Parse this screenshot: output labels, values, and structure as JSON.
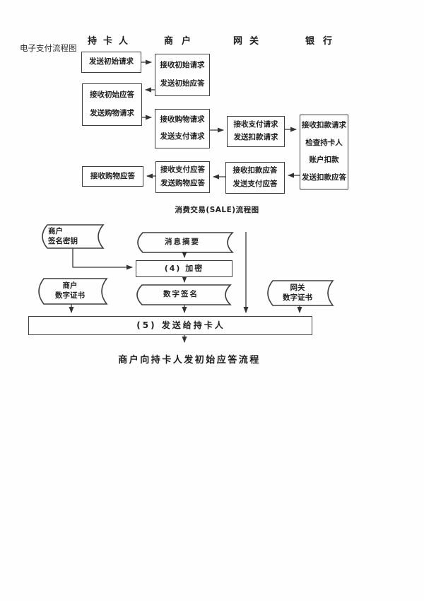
{
  "page": {
    "side_title": "电子支付流程图"
  },
  "sale_flow": {
    "lanes": [
      {
        "label": "持卡人"
      },
      {
        "label": "商户"
      },
      {
        "label": "网关"
      },
      {
        "label": "银行"
      }
    ],
    "boxes": {
      "send_initial_request": {
        "lines": [
          "发送初始请求"
        ]
      },
      "recv_initial_request": {
        "lines": [
          "接收初始请求",
          "发送初始应答"
        ]
      },
      "recv_initial_response": {
        "lines": [
          "接收初始应答",
          "发送购物请求"
        ]
      },
      "recv_shopping_request": {
        "lines": [
          "接收购物请求",
          "发送支付请求"
        ]
      },
      "recv_payment_request": {
        "lines": [
          "接收支付请求",
          "发送扣款请求"
        ]
      },
      "bank_process": {
        "lines": [
          "接收扣款请求",
          "检查持卡人",
          "账户扣款",
          "发送扣款应答"
        ]
      },
      "recv_debit_response": {
        "lines": [
          "接收扣款应答",
          "发送支付应答"
        ]
      },
      "recv_payment_response": {
        "lines": [
          "接收支付应答",
          "发送购物应答"
        ]
      },
      "recv_shopping_response": {
        "lines": [
          "接收购物应答"
        ]
      }
    },
    "caption": "消费交易(SALE)流程图"
  },
  "response_flow": {
    "merchant_sign_key": {
      "lines": [
        "商户",
        "签名密钥"
      ]
    },
    "message_digest": {
      "lines": [
        "消息摘要"
      ]
    },
    "encrypt_step": {
      "lines": [
        "(4) 加密"
      ]
    },
    "digital_signature": {
      "lines": [
        "数字签名"
      ]
    },
    "merchant_cert": {
      "lines": [
        "商户",
        "数字证书"
      ]
    },
    "gateway_cert": {
      "lines": [
        "网关",
        "数字证书"
      ]
    },
    "send_step": {
      "lines": [
        "(5) 发送给持卡人"
      ]
    },
    "caption": "商户向持卡人发初始应答流程"
  }
}
